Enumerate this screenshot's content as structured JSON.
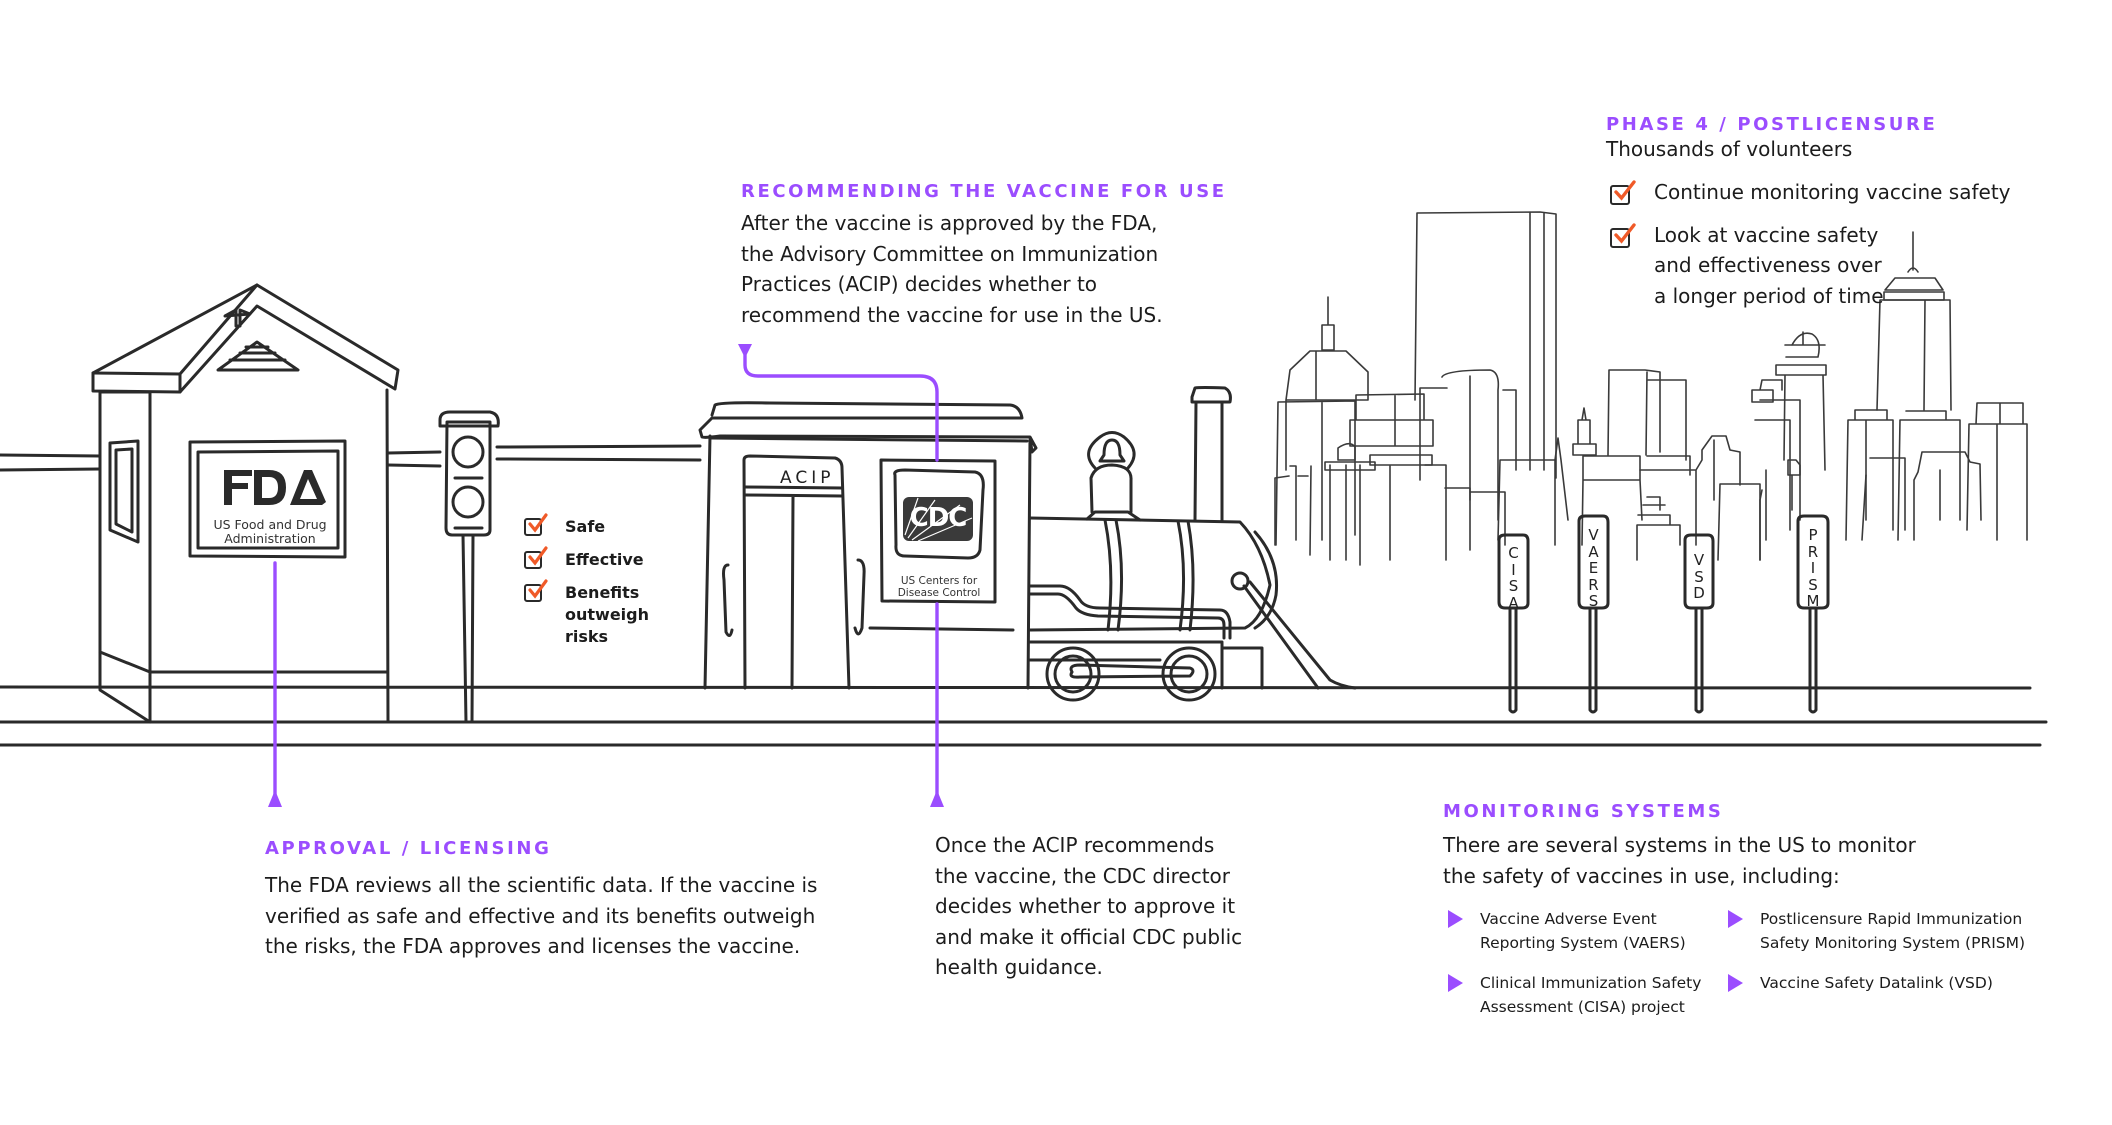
{
  "colors": {
    "accent": "#9b4dff",
    "check": "#f05a28",
    "ink": "#2a2a2a"
  },
  "recommending": {
    "heading": "RECOMMENDING THE VACCINE FOR USE",
    "lines": [
      "After the vaccine is approved by the FDA,",
      "the Advisory Committee on Immunization",
      "Practices (ACIP) decides whether to",
      "recommend the vaccine for use in the US."
    ]
  },
  "phase4": {
    "heading": "PHASE 4 / POSTLICENSURE",
    "subtitle": "Thousands of volunteers",
    "checks": [
      {
        "lines": [
          "Continue monitoring vaccine safety"
        ]
      },
      {
        "lines": [
          "Look at vaccine safety",
          "and effectiveness over",
          "a longer period of time"
        ]
      }
    ]
  },
  "fda_sign": {
    "logo": "FDA",
    "lines": [
      "US Food and Drug",
      "Administration"
    ]
  },
  "criteria_checks": [
    {
      "lines": [
        "Safe"
      ]
    },
    {
      "lines": [
        "Effective"
      ]
    },
    {
      "lines": [
        "Benefits",
        "outweigh",
        "risks"
      ]
    }
  ],
  "acip_door": {
    "label": "ACIP"
  },
  "cdc_sign": {
    "logo": "CDC",
    "lines": [
      "US Centers for",
      "Disease Control"
    ]
  },
  "monitoring_signs": [
    {
      "letters": [
        "C",
        "I",
        "S",
        "A"
      ]
    },
    {
      "letters": [
        "V",
        "A",
        "E",
        "R",
        "S"
      ]
    },
    {
      "letters": [
        "V",
        "S",
        "D"
      ]
    },
    {
      "letters": [
        "P",
        "R",
        "I",
        "S",
        "M"
      ]
    }
  ],
  "approval": {
    "heading": "APPROVAL / LICENSING",
    "lines": [
      "The FDA reviews all the scientific data. If the vaccine is",
      "verified as safe and effective and its benefits outweigh",
      "the risks, the FDA approves and licenses the vaccine."
    ]
  },
  "cdc_step": {
    "lines": [
      "Once the ACIP recommends",
      "the vaccine, the CDC director",
      "decides whether to approve it",
      "and make it official CDC public",
      "health guidance."
    ]
  },
  "monitoring": {
    "heading": "MONITORING SYSTEMS",
    "lines": [
      "There are several systems in the US to monitor",
      "the safety of vaccines in use, including:"
    ],
    "systems": [
      {
        "lines": [
          "Vaccine Adverse Event",
          "Reporting System (VAERS)"
        ]
      },
      {
        "lines": [
          "Postlicensure Rapid Immunization",
          "Safety Monitoring System (PRISM)"
        ]
      },
      {
        "lines": [
          "Clinical Immunization Safety",
          "Assessment (CISA) project"
        ]
      },
      {
        "lines": [
          "Vaccine Safety Datalink (VSD)"
        ]
      }
    ]
  }
}
